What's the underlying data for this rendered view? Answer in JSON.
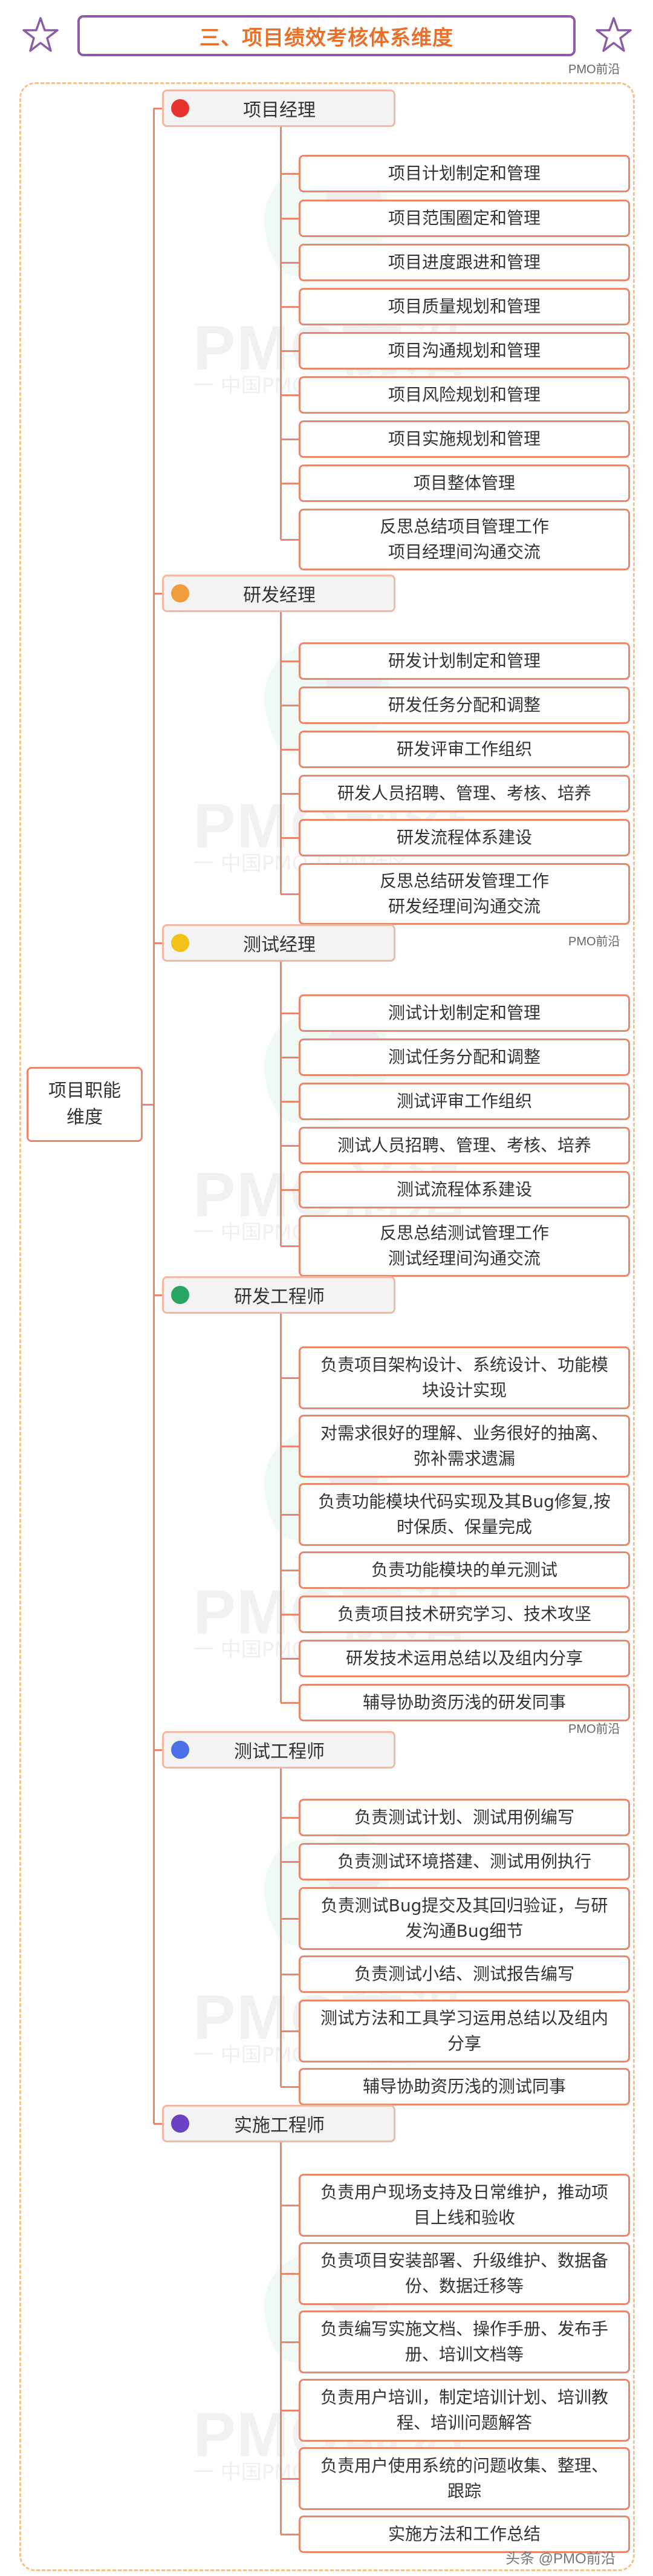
{
  "header": {
    "title": "三、项目绩效考核体系维度",
    "watermark_tag": "PMO前沿",
    "corner_credit": "头条 @PMO前沿"
  },
  "background_mark": {
    "brand": "PMO前沿",
    "subtitle": "一 中国PMO & PM社区"
  },
  "colors": {
    "accent": "#e8702a",
    "connector": "#e9866c",
    "title_border": "#8b5ca8",
    "frame_dashed": "#f0c48a"
  },
  "root": {
    "label": "项目职能维度"
  },
  "roles": [
    {
      "label": "项目经理",
      "dot_color": "#e8322e",
      "duties": [
        "项目计划制定和管理",
        "项目范围圈定和管理",
        "项目进度跟进和管理",
        "项目质量规划和管理",
        "项目沟通规划和管理",
        "项目风险规划和管理",
        "项目实施规划和管理",
        "项目整体管理",
        "反思总结项目管理工作\n项目经理间沟通交流"
      ]
    },
    {
      "label": "研发经理",
      "dot_color": "#f29b3a",
      "duties": [
        "研发计划制定和管理",
        "研发任务分配和调整",
        "研发评审工作组织",
        "研发人员招聘、管理、考核、培养",
        "研发流程体系建设",
        "反思总结研发管理工作\n研发经理间沟通交流"
      ]
    },
    {
      "label": "测试经理",
      "dot_color": "#f2c21a",
      "duties": [
        "测试计划制定和管理",
        "测试任务分配和调整",
        "测试评审工作组织",
        "测试人员招聘、管理、考核、培养",
        "测试流程体系建设",
        "反思总结测试管理工作\n测试经理间沟通交流"
      ]
    },
    {
      "label": "研发工程师",
      "dot_color": "#27a561",
      "duties": [
        "负责项目架构设计、系统设计、功能模\n块设计实现",
        "对需求很好的理解、业务很好的抽离、\n弥补需求遗漏",
        "负责功能模块代码实现及其Bug修复,按\n时保质、保量完成",
        "负责功能模块的单元测试",
        "负责项目技术研究学习、技术攻坚",
        "研发技术运用总结以及组内分享",
        "辅导协助资历浅的研发同事"
      ]
    },
    {
      "label": "测试工程师",
      "dot_color": "#4a70e8",
      "duties": [
        "负责测试计划、测试用例编写",
        "负责测试环境搭建、测试用例执行",
        "负责测试Bug提交及其回归验证，与研\n发沟通Bug细节",
        "负责测试小结、测试报告编写",
        "测试方法和工具学习运用总结以及组内\n分享",
        "辅导协助资历浅的测试同事"
      ]
    },
    {
      "label": "实施工程师",
      "dot_color": "#6a42c2",
      "duties": [
        "负责用户现场支持及日常维护，推动项\n目上线和验收",
        "负责项目安装部署、升级维护、数据备\n份、数据迁移等",
        "负责编写实施文档、操作手册、发布手\n册、培训文档等",
        "负责用户培训，制定培训计划、培训教\n程、培训问题解答",
        "负责用户使用系统的问题收集、整理、\n跟踪",
        "实施方法和工作总结"
      ]
    }
  ]
}
